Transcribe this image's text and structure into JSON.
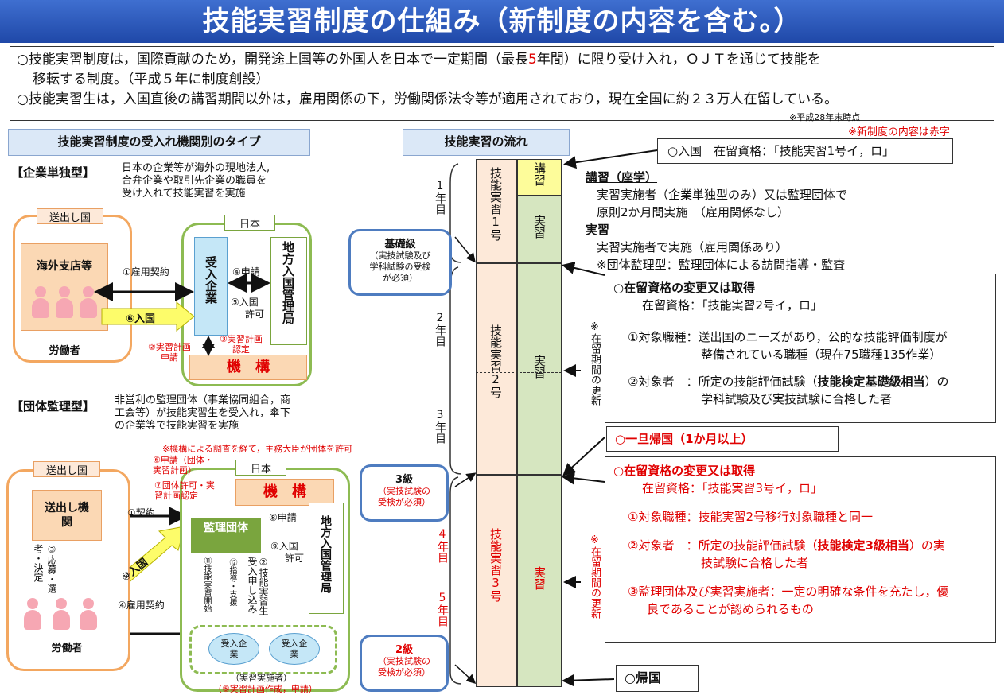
{
  "title": "技能実習制度の仕組み（新制度の内容を含む。）",
  "intro": {
    "line1_pre": "○技能実習制度は，国際貢献のため，開発途上国等の外国人を日本で一定期間（最長",
    "line1_red": "5",
    "line1_post": "年間）に限り受け入れ，ＯＪＴを通じて技能を",
    "line2": "移転する制度。（平成５年に制度創設）",
    "line3": "○技能実習生は，入国直後の講習期間以外は，雇用関係の下，労働関係法令等が適用されており，現在全国に約２３万人在留している。",
    "note": "※平成28年末時点"
  },
  "red_note": "※新制度の内容は赤字",
  "left": {
    "header": "技能実習制度の受入れ機関別のタイプ",
    "corp": {
      "label": "【企業単独型】",
      "desc1": "日本の企業等が海外の現地法人,",
      "desc2": "合弁企業や取引先企業の職員を",
      "desc3": "受け入れて技能実習を実施",
      "sending": "送出し国",
      "branch": "海外支店等",
      "workers": "労働者",
      "japan": "日本",
      "company": "受入企業",
      "immig": "地方入国管理局",
      "kiko": "機　構",
      "a1": "①雇用契約",
      "a4": "④申請",
      "a5a": "⑤入国",
      "a5b": "許可",
      "a6": "⑥入国",
      "a2a": "②実習計画",
      "a2b": "申請",
      "a3a": "③実習計画",
      "a3b": "認定"
    },
    "group": {
      "label": "【団体監理型】",
      "desc1": "非営利の監理団体（事業協同組合，商",
      "desc2": "工会等）が技能実習生を受入れ，傘下",
      "desc3": "の企業等で技能実習を実施",
      "note": "※機構による調査を経て，主務大臣が団体を許可",
      "sending": "送出し国",
      "agency": "送出し機関",
      "workers": "労働者",
      "japan": "日本",
      "kiko": "機　構",
      "supervise": "監理団体",
      "immig": "地方入国管理局",
      "a1": "①契約",
      "a3": "③応募・選考・決定",
      "a4": "④雇用契約",
      "a6a": "⑥申請（団体・",
      "a6b": "実習計画）",
      "a7a": "⑦団体許可・実",
      "a7b": "習計画認定",
      "a8": "⑧申請",
      "a9a": "⑨入国",
      "a9b": "許可",
      "a10": "⑩入国",
      "a11": "⑪技能実習開始",
      "a12": "⑫指導・支援",
      "a2": "②技能実習生受入申し込み",
      "company1": "受入企業",
      "company2": "受入企業",
      "impl1": "（実習実施者）",
      "impl2": "（⑤実習計画作成，申請）"
    }
  },
  "right": {
    "header": "技能実習の流れ",
    "year1": "1年目",
    "year2": "2年目",
    "year3": "3年目",
    "year4": "4年目",
    "year5": "5年目",
    "g1": "技能実習1号",
    "g2": "技能実習2号",
    "g3": "技能実習3号",
    "kosyu": "講習",
    "jissyu": "実習",
    "basic": {
      "t1": "基礎級",
      "t2": "（実技試験及び",
      "t3": "学科試験の受検",
      "t4": "が必須）"
    },
    "lv3": {
      "t1": "3級",
      "t2": "（実技試験の",
      "t3": "受検が必須）"
    },
    "lv2": {
      "t1": "2級",
      "t2": "（実技試験の",
      "t3": "受検が必須）"
    },
    "entry": "○入国　在留資格：「技能実習1号イ，ロ」",
    "lecture_h": "講習（座学）",
    "lecture1": "実習実施者（企業単独型のみ）又は監理団体で",
    "lecture2": "原則2か月間実施　（雇用関係なし）",
    "practice_h": "実習",
    "practice1": "実習実施者で実施（雇用関係あり）",
    "practice2": "※団体監理型：監理団体による訪問指導・監査",
    "renew": "※在留期間の更新",
    "box2": {
      "h": "○在留資格の変更又は取得",
      "s": "在留資格：「技能実習2号イ，ロ」",
      "i1a": "①対象職種：送出国のニーズがあり，公的な技能評価制度が",
      "i1b": "整備されている職種（現在75職種135作業）",
      "i2a": "②対象者　：所定の技能評価試験（",
      "i2b": "技能検定基礎級相当",
      "i2c": "）の",
      "i2d": "学科試験及び実技試験に合格した者"
    },
    "return_once": "○一旦帰国（1か月以上）",
    "box3": {
      "h": "○在留資格の変更又は取得",
      "s": "在留資格：「技能実習3号イ，ロ」",
      "i1": "①対象職種：技能実習2号移行対象職種と同一",
      "i2a": "②対象者　：所定の技能評価試験（",
      "i2b": "技能検定3級相当",
      "i2c": "）の実",
      "i2d": "技試験に合格した者",
      "i3a": "③監理団体及び実習実施者：一定の明確な条件を充たし，優",
      "i3b": "良であることが認められるもの"
    },
    "return_home": "○帰国"
  },
  "colors": {
    "title_blue": "#2a55b8",
    "red": "#e00000",
    "peach": "#fbd8b4",
    "green": "#7aa53e",
    "yellow": "#fdfc9a"
  }
}
